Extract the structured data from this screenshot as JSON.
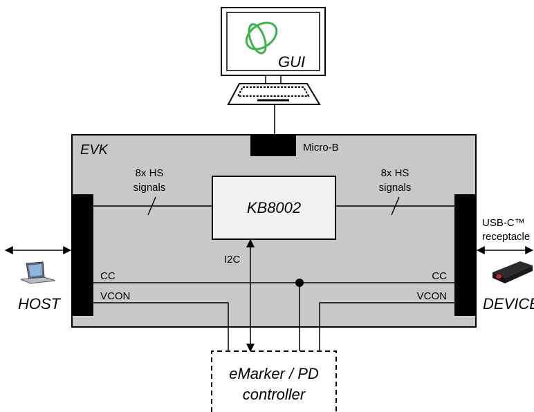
{
  "gui": {
    "label": "GUI",
    "logo_color": "#3fb24a"
  },
  "evk": {
    "label": "EVK",
    "fill_color": "#c8c8c8",
    "connector_label": "Micro-B"
  },
  "chip": {
    "label": "KB8002",
    "fill_color": "#f2f2f2"
  },
  "signals": {
    "left_line1": "8x HS",
    "left_line2": "signals",
    "right_line1": "8x HS",
    "right_line2": "signals",
    "i2c": "I2C",
    "cc_left": "CC",
    "cc_right": "CC",
    "vcon_left": "VCON",
    "vcon_right": "VCON"
  },
  "host": {
    "label": "HOST"
  },
  "device": {
    "label": "DEVICE",
    "receptacle_line1": "USB-C™",
    "receptacle_line2": "receptacle"
  },
  "controller": {
    "line1": "eMarker / PD",
    "line2": "controller"
  },
  "icons": [
    "gui-logo-icon",
    "monitor-icon",
    "keyboard-icon",
    "laptop-icon",
    "ssd-drive-icon"
  ]
}
